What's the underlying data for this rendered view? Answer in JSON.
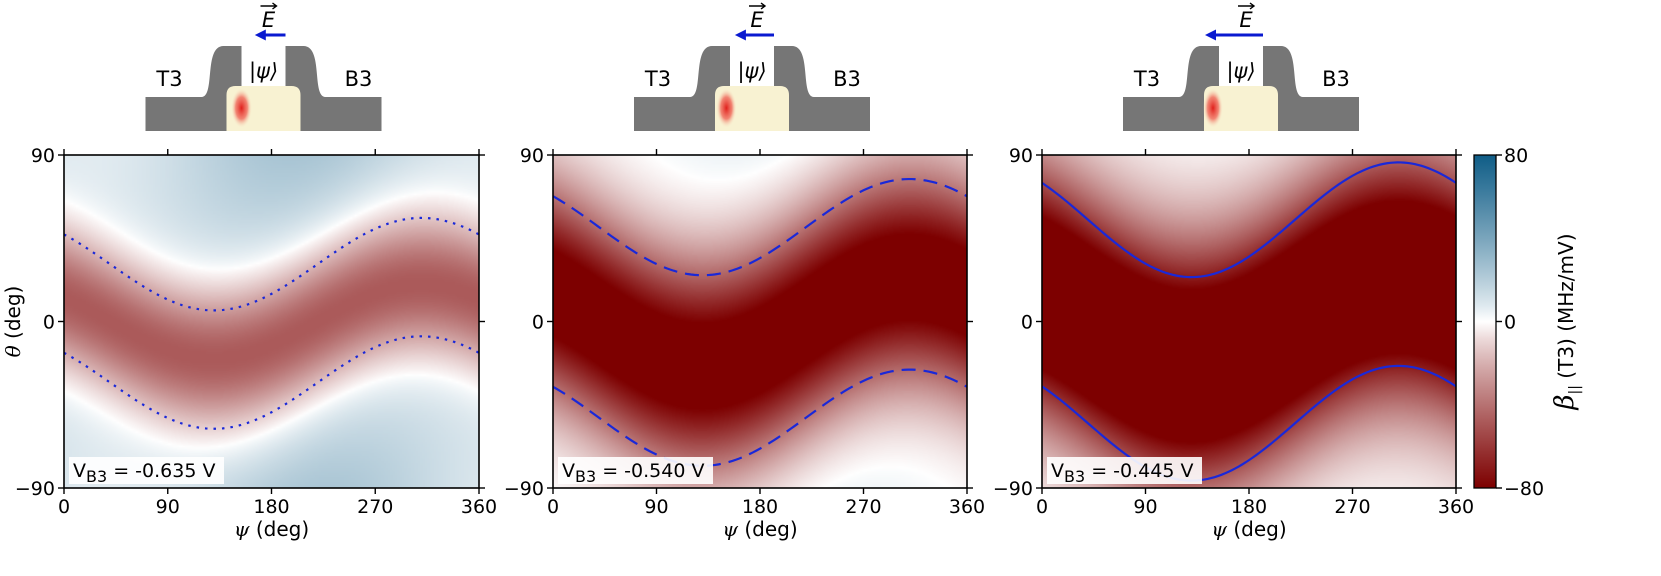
{
  "colors": {
    "gate": "#767676",
    "dot": "#f8f2d2",
    "arrow": "#0a1ad0",
    "boundary": "#1a28d8",
    "positive": "#0f5d87",
    "negative": "#7d0000"
  },
  "colorbar": {
    "label_symbol": "β",
    "label_sub": "||",
    "label_rest": "(T3) (MHz/mV)",
    "ticks": [
      "80",
      "0",
      "−80"
    ],
    "range": [
      -80,
      80
    ]
  },
  "chart_data": [
    {
      "type": "heatmap",
      "xlabel_symbol": "ψ",
      "xlabel_unit": "(deg)",
      "ylabel_symbol": "θ",
      "ylabel_unit": "(deg)",
      "xlim": [
        0,
        360
      ],
      "ylim": [
        -90,
        90
      ],
      "xticks": [
        "0",
        "90",
        "180",
        "270",
        "360"
      ],
      "yticks": [
        "90",
        "0",
        "−90"
      ],
      "annotation": {
        "prefix": "V",
        "sub": "B3",
        "value": " = -0.635 V"
      },
      "inset": {
        "left_gate": "T3",
        "right_gate": "B3",
        "state": "|ψ⟩",
        "field": "E",
        "arrow_strength": 0.35,
        "dot_offset": 0.3
      },
      "boundary_style": "dotted",
      "boundary_upper": {
        "mean": 31,
        "amp": 25,
        "phase_deg": 140
      },
      "boundary_lower": {
        "mean": -33,
        "amp": 25,
        "phase_deg": 140
      },
      "field": {
        "center_amp": 20,
        "phase_deg": 140,
        "width": 26,
        "peak": -48,
        "background_mean": 17,
        "background_amp": 9
      }
    },
    {
      "type": "heatmap",
      "xlabel_symbol": "ψ",
      "xlabel_unit": "(deg)",
      "ylabel_symbol": "",
      "ylabel_unit": "",
      "xlim": [
        0,
        360
      ],
      "ylim": [
        -90,
        90
      ],
      "xticks": [
        "0",
        "90",
        "180",
        "270",
        "360"
      ],
      "yticks": [
        "90",
        "0",
        "−90"
      ],
      "annotation": {
        "prefix": "V",
        "sub": "B3",
        "value": " = -0.540 V"
      },
      "inset": {
        "left_gate": "T3",
        "right_gate": "B3",
        "state": "|ψ⟩",
        "field": "E",
        "arrow_strength": 0.55,
        "dot_offset": 0.12
      },
      "boundary_style": "dashed",
      "boundary_upper": {
        "mean": 51,
        "amp": 26,
        "phase_deg": 140
      },
      "boundary_lower": {
        "mean": -52,
        "amp": 26,
        "phase_deg": 140
      },
      "field": {
        "center_amp": 24,
        "phase_deg": 140,
        "width": 40,
        "peak": -95,
        "background_mean": 5,
        "background_amp": 3
      }
    },
    {
      "type": "heatmap",
      "xlabel_symbol": "ψ",
      "xlabel_unit": "(deg)",
      "ylabel_symbol": "",
      "ylabel_unit": "",
      "xlim": [
        0,
        360
      ],
      "ylim": [
        -90,
        90
      ],
      "xticks": [
        "0",
        "90",
        "180",
        "270",
        "360"
      ],
      "yticks": [
        "90",
        "0",
        "−90"
      ],
      "annotation": {
        "prefix": "V",
        "sub": "B3",
        "value": " = -0.445 V"
      },
      "inset": {
        "left_gate": "T3",
        "right_gate": "B3",
        "state": "|ψ⟩",
        "field": "E",
        "arrow_strength": 1.0,
        "dot_offset": 0.0
      },
      "boundary_style": "solid",
      "boundary_upper": {
        "mean": 55,
        "amp": 31,
        "phase_deg": 140
      },
      "boundary_lower": {
        "mean": -55,
        "amp": 31,
        "phase_deg": 140
      },
      "field": {
        "center_amp": 24,
        "phase_deg": 140,
        "width": 46,
        "peak": -120,
        "background_mean": 2,
        "background_amp": 1.5
      }
    }
  ]
}
